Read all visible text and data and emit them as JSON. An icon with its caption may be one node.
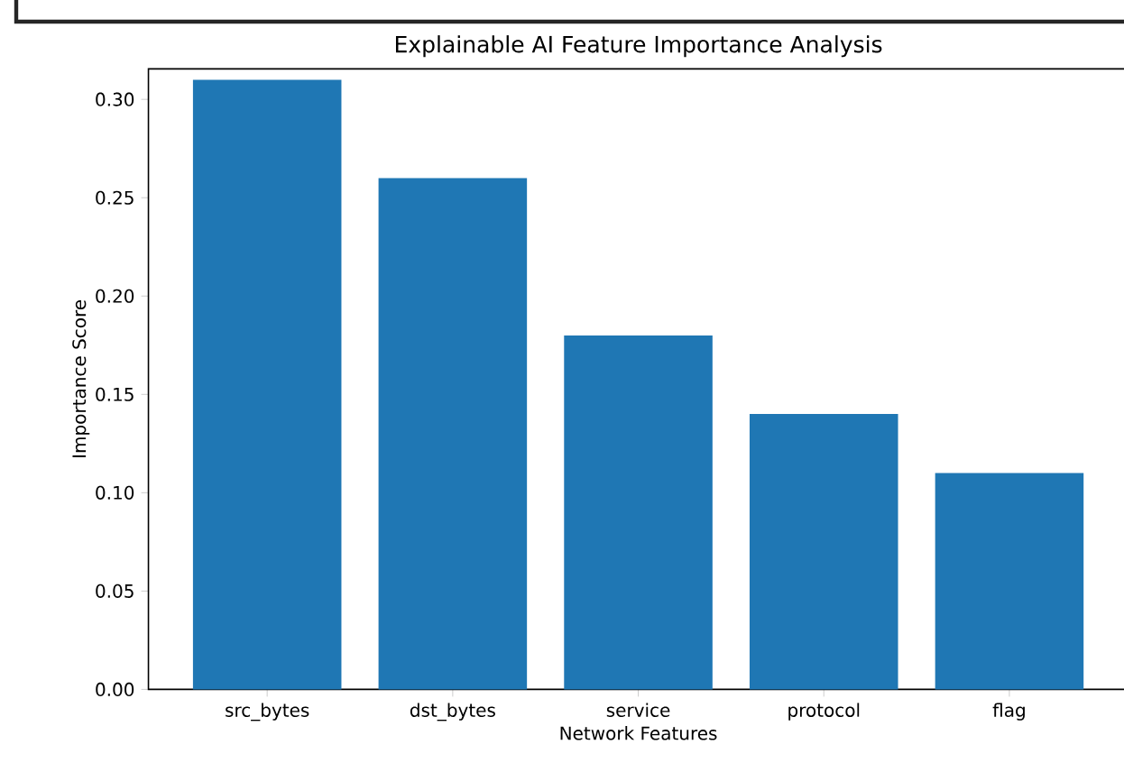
{
  "diagram": {
    "chart_data": {
      "type": "bar",
      "title": "Explainable AI Feature Importance Analysis",
      "xlabel": "Network Features",
      "ylabel": "Importance Score",
      "categories": [
        "src_bytes",
        "dst_bytes",
        "service",
        "protocol",
        "flag"
      ],
      "series": [
        {
          "color": "#1f77b4",
          "values": [
            0.31,
            0.26,
            0.18,
            0.14,
            0.11
          ]
        }
      ],
      "ylim": [
        0,
        0.3155
      ],
      "yticks": [
        {
          "value": 0,
          "label": "0.00"
        },
        {
          "value": 0.05,
          "label": "0.05"
        },
        {
          "value": 0.1,
          "label": "0.10"
        },
        {
          "value": 0.15,
          "label": "0.15"
        },
        {
          "value": 0.2,
          "label": "0.20"
        },
        {
          "value": 0.25,
          "label": "0.25"
        },
        {
          "value": 0.3,
          "label": "0.30"
        }
      ]
    }
  }
}
